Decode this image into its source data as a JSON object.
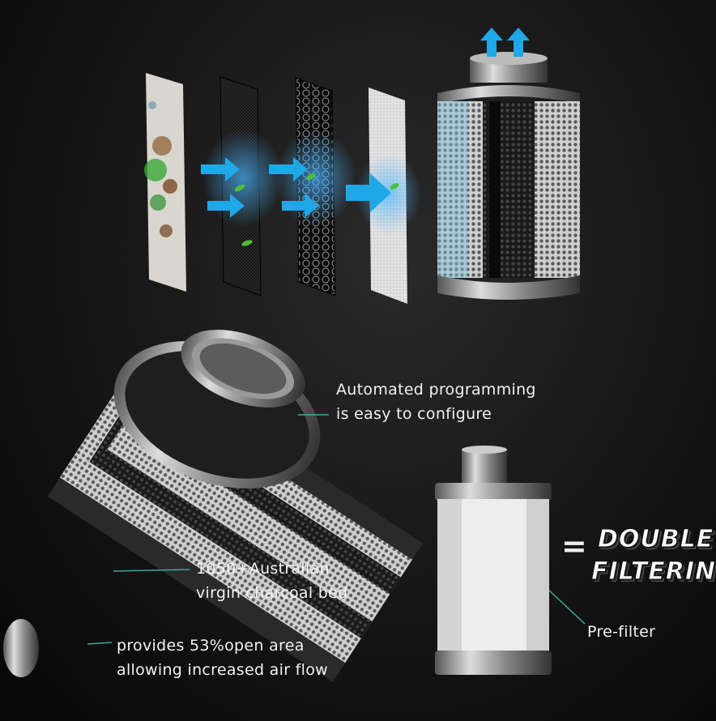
{
  "callouts": {
    "automated": [
      "Automated programming",
      "is easy to configure"
    ],
    "charcoal": [
      "1050+Australian",
      "virgin charcoal bed"
    ],
    "open_area": [
      "provides 53%open area",
      "allowing increased air flow"
    ],
    "prefilter": "Pre-filter"
  },
  "badge": {
    "equals": "=",
    "line1": "DOUBLE",
    "line2": "FILTERING"
  },
  "colors": {
    "arrow": "#1ea8e8",
    "leaf": "#4fbf3a",
    "background": "#141414"
  },
  "icons": [
    "flow-arrow-icon",
    "up-arrow-icon"
  ]
}
